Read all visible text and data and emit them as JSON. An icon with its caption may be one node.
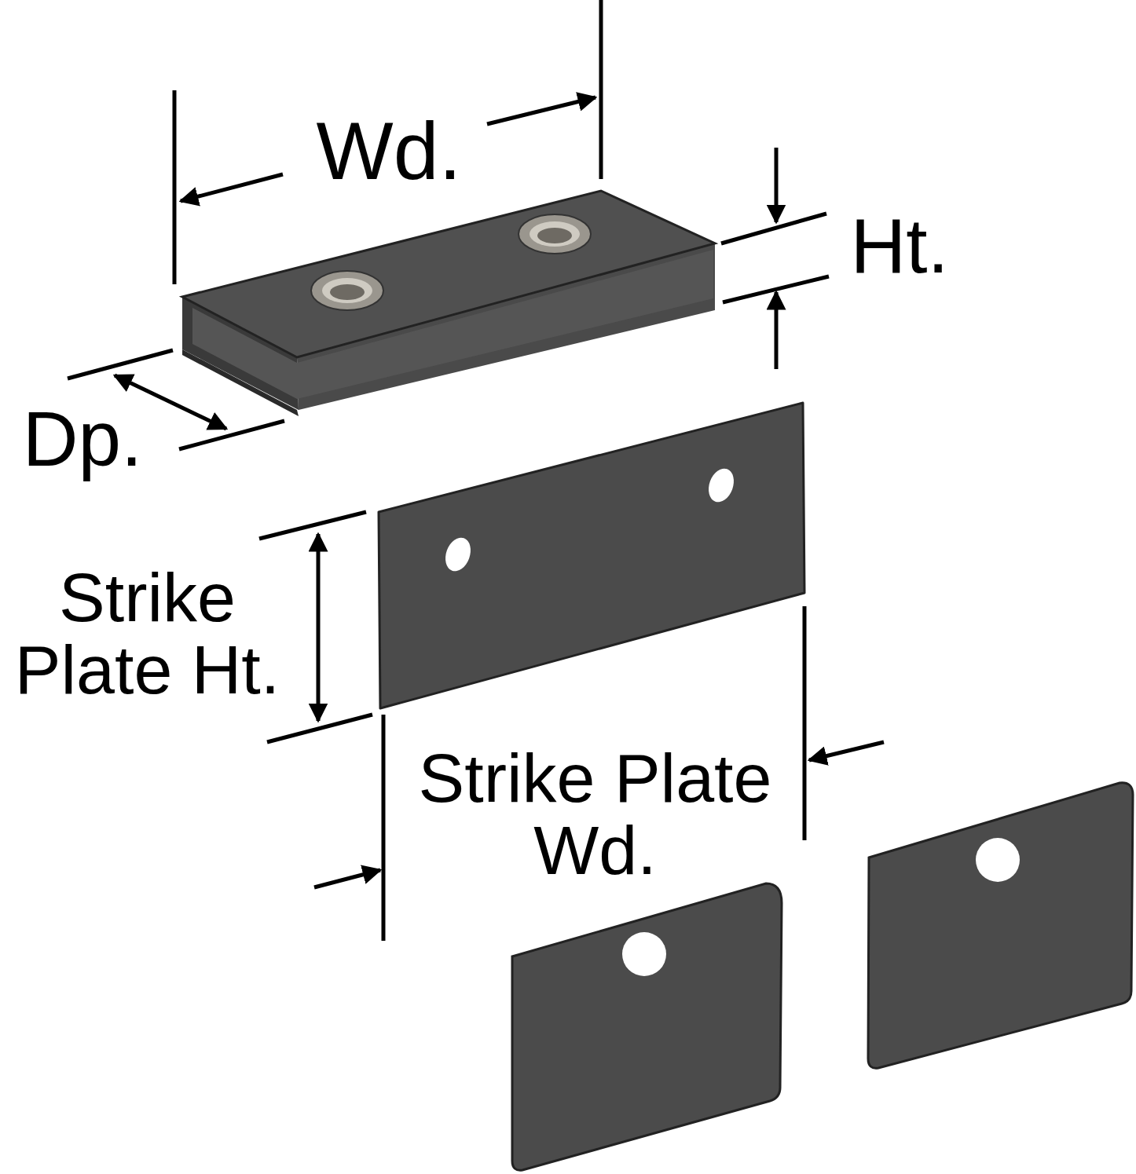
{
  "diagram": {
    "labels": [
      "Wd.",
      "Ht.",
      "Dp.",
      "Strike Plate Ht.",
      "Strike Plate Wd."
    ]
  }
}
